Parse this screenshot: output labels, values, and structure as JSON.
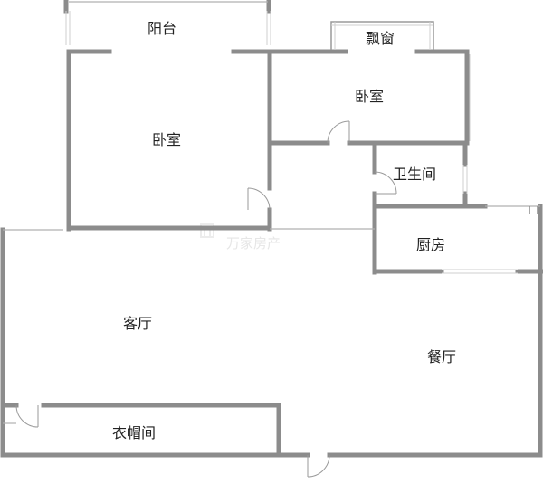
{
  "rooms": {
    "balcony": "阳台",
    "bay_window": "飘窗",
    "bedroom_main": "卧室",
    "bedroom_second": "卧室",
    "bathroom": "卫生间",
    "kitchen": "厨房",
    "living_room": "客厅",
    "dining_room": "餐厅",
    "cloakroom": "衣帽间"
  },
  "watermark": "万家房产",
  "colors": {
    "wall": "#8c8c8c",
    "thin_line": "#b0b0b0",
    "window": "#d9d9d9",
    "text": "#222222"
  }
}
